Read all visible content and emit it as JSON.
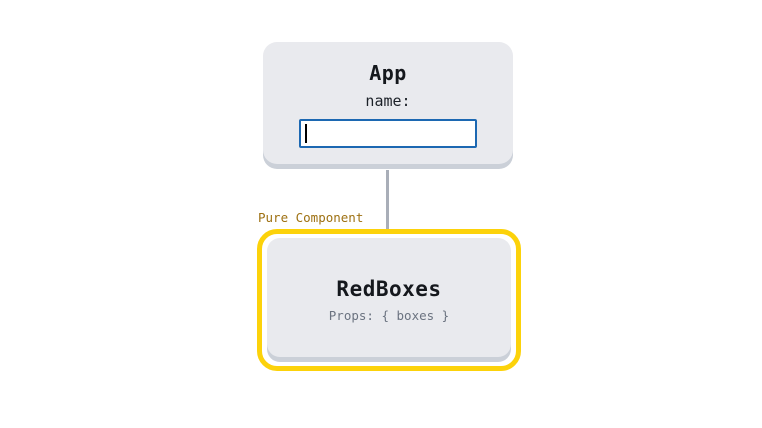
{
  "app_box": {
    "title": "App",
    "field_label": "name:",
    "input_value": "",
    "input_placeholder": ""
  },
  "connector": {
    "style": "vertical-line"
  },
  "red_boxes": {
    "annotation": "Pure Component",
    "title": "RedBoxes",
    "props_label": "Props: { boxes }"
  },
  "colors": {
    "page_bg": "#ffffff",
    "box_fill": "#e9eaee",
    "box_edge": "#cbd0d8",
    "title_text": "#15181d",
    "label_text": "#1c2128",
    "props_text": "#6b7380",
    "annotation_text": "#9e7112",
    "highlight_yellow": "#fcd20a",
    "input_border": "#1c68b2",
    "input_bg": "#ffffff",
    "caret": "#000000",
    "connector": "#a9aeb8"
  }
}
